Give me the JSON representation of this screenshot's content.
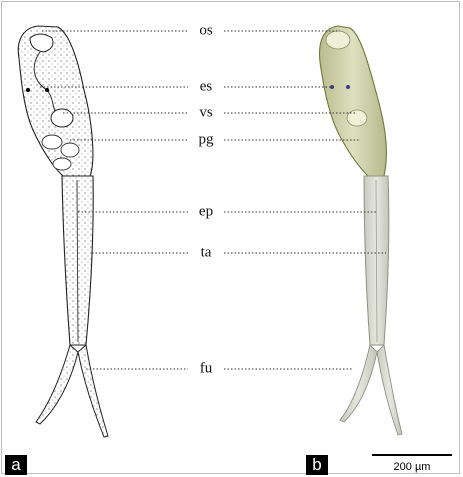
{
  "panels": {
    "a": {
      "letter": "a",
      "style": "line-drawing"
    },
    "b": {
      "letter": "b",
      "style": "photomicrograph"
    }
  },
  "structure_labels": [
    "os",
    "es",
    "vs",
    "pg",
    "ep",
    "ta",
    "fu"
  ],
  "scale_bar": {
    "text": "200 µm",
    "length_um": 200
  },
  "colors": {
    "photo_tint": "#d8dbb8",
    "ink": "#111111",
    "panel_bg": "#000000"
  }
}
